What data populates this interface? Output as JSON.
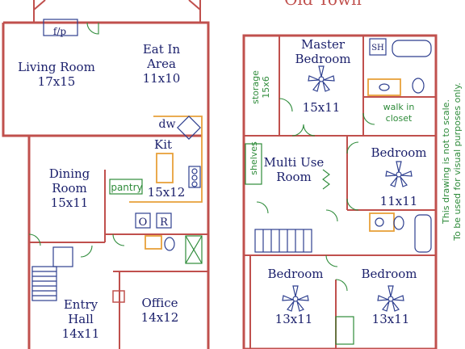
{
  "title": "Old Town",
  "note_line1": "This drawing is not to scale.",
  "note_line2": "To be used for visual purposes only.",
  "first_floor": {
    "living_room": {
      "name": "Living Room",
      "size": "17x15"
    },
    "fireplace": "f/p",
    "eat_in": {
      "name_line1": "Eat In",
      "name_line2": "Area",
      "size": "11x10"
    },
    "dishwasher": "dw",
    "kitchen": {
      "name": "Kit",
      "size": "15x12"
    },
    "pantry": "pantry",
    "oven": "O",
    "range": "R",
    "dining_room": {
      "name_line1": "Dining",
      "name_line2": "Room",
      "size": "15x11"
    },
    "entry_hall": {
      "name_line1": "Entry",
      "name_line2": "Hall",
      "size": "14x11"
    },
    "office": {
      "name": "Office",
      "size": "14x12"
    }
  },
  "second_floor": {
    "master_bedroom": {
      "name_line1": "Master",
      "name_line2": "Bedroom",
      "size": "15x11"
    },
    "storage": {
      "name": "storage",
      "size": "15x6"
    },
    "shower": "SH",
    "walk_in_closet": {
      "line1": "walk in",
      "line2": "closet"
    },
    "shelves": "shelves",
    "multi_use": {
      "name_line1": "Multi Use",
      "name_line2": "Room"
    },
    "bedroom_a": {
      "name": "Bedroom",
      "size": "11x11"
    },
    "bedroom_b": {
      "name": "Bedroom",
      "size": "13x11"
    },
    "bedroom_c": {
      "name": "Bedroom",
      "size": "13x11"
    }
  }
}
